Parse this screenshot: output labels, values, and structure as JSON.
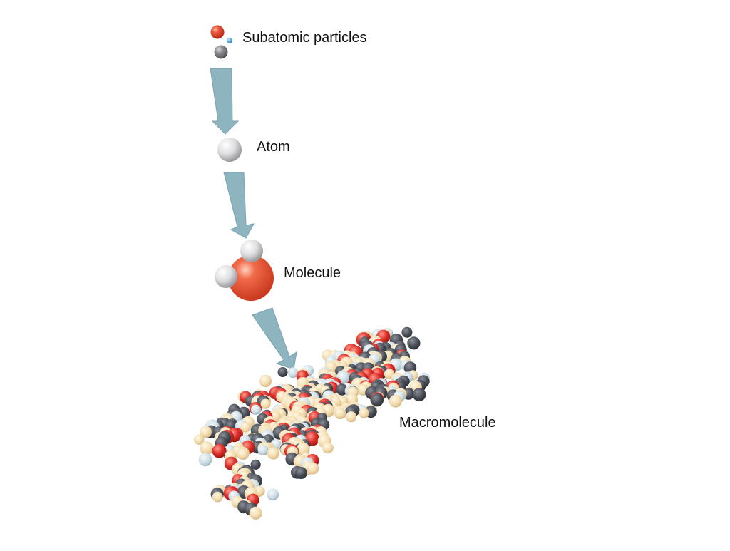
{
  "diagram": {
    "stages": [
      {
        "id": "subatomic",
        "label": "Subatomic particles"
      },
      {
        "id": "atom",
        "label": "Atom"
      },
      {
        "id": "molecule",
        "label": "Molecule"
      },
      {
        "id": "macromolecule",
        "label": "Macromolecule"
      }
    ],
    "colors": {
      "arrow": "#8db4bf",
      "proton_red": "#e0472e",
      "electron_blue": "#4aa3d0",
      "neutron_gray": "#8a8a8e",
      "atom_white": "#e8e8ea",
      "oxygen_red": "#ee5c3a",
      "carbon_dark": "#4a4e57",
      "hydrogen_cream": "#f3ddb0",
      "nitrogen_pale": "#cfdfe6"
    }
  }
}
